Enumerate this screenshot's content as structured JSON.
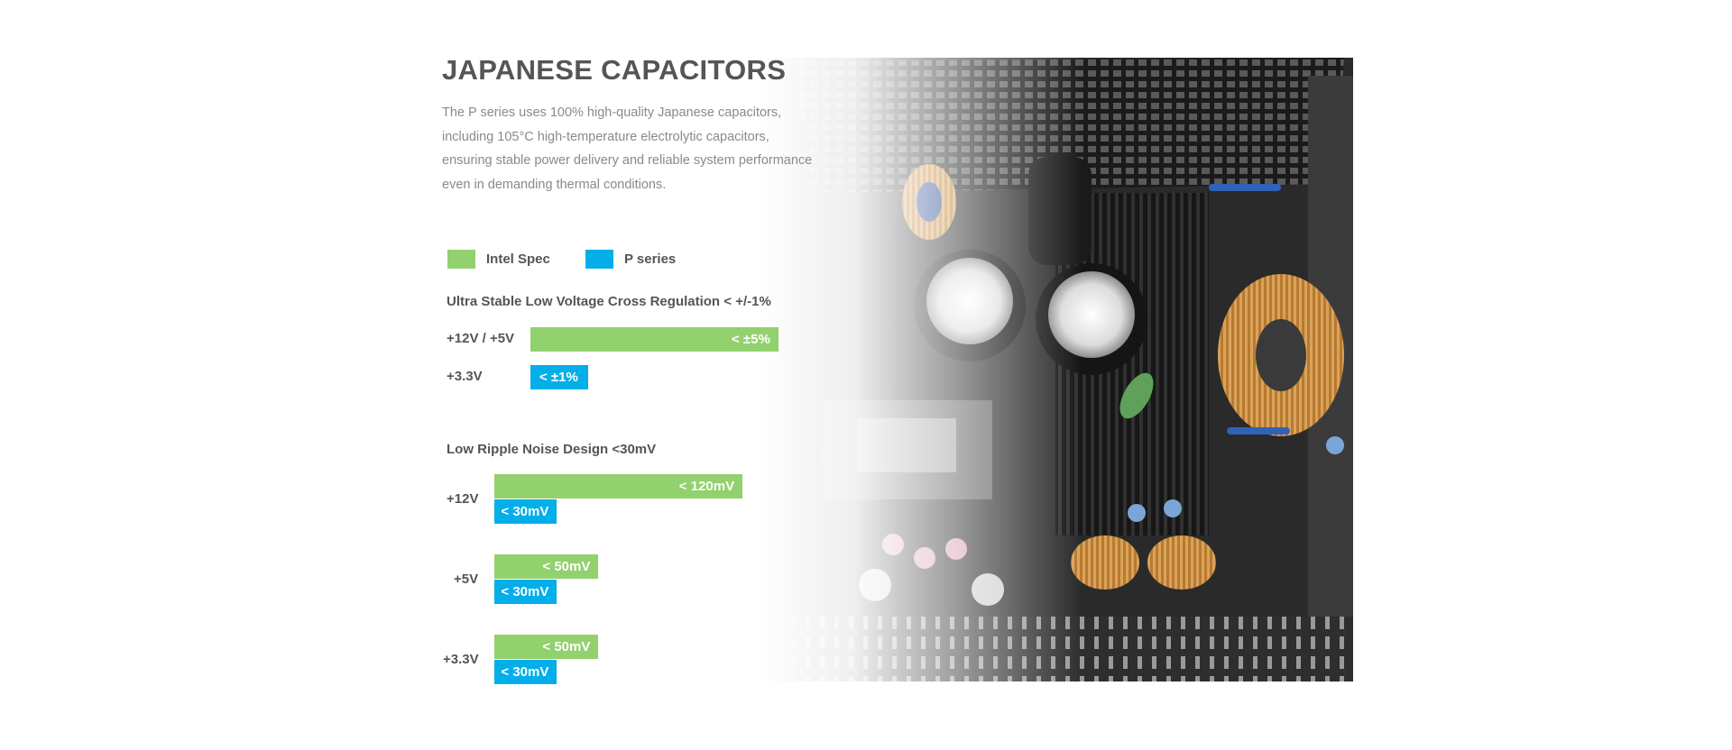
{
  "header": {
    "title": "JAPANESE CAPACITORS",
    "description": "The P series uses 100% high-quality Japanese capacitors, including 105°C high-temperature electrolytic capacitors, ensuring stable power delivery and reliable system performance even in demanding thermal conditions."
  },
  "legend": [
    {
      "label": "Intel Spec",
      "color": "#92d16e"
    },
    {
      "label": "P series",
      "color": "#04aee8"
    }
  ],
  "colors": {
    "intel": "#92d16e",
    "pseries": "#04aee8",
    "text": "#555555"
  },
  "chart_data": [
    {
      "type": "bar",
      "title": "Ultra Stable Low Voltage Cross Regulation < +/-1%",
      "categories": [
        "+12V / +5V",
        "+3.3V"
      ],
      "unit": "%",
      "bars": [
        {
          "category": "+12V / +5V",
          "series": "Intel Spec",
          "value": 5,
          "label": "< ±5%"
        },
        {
          "category": "+3.3V",
          "series": "P series",
          "value": 1,
          "label": "< ±1%"
        }
      ]
    },
    {
      "type": "bar",
      "title": "Low Ripple Noise Design <30mV",
      "categories": [
        "+12V",
        "+5V",
        "+3.3V"
      ],
      "unit": "mV",
      "series": [
        {
          "name": "Intel Spec",
          "values": [
            120,
            50,
            50
          ],
          "labels": [
            "< 120mV",
            "< 50mV",
            "< 50mV"
          ]
        },
        {
          "name": "P series",
          "values": [
            30,
            30,
            30
          ],
          "labels": [
            "< 30mV",
            "< 30mV",
            "< 30mV"
          ]
        }
      ]
    }
  ]
}
